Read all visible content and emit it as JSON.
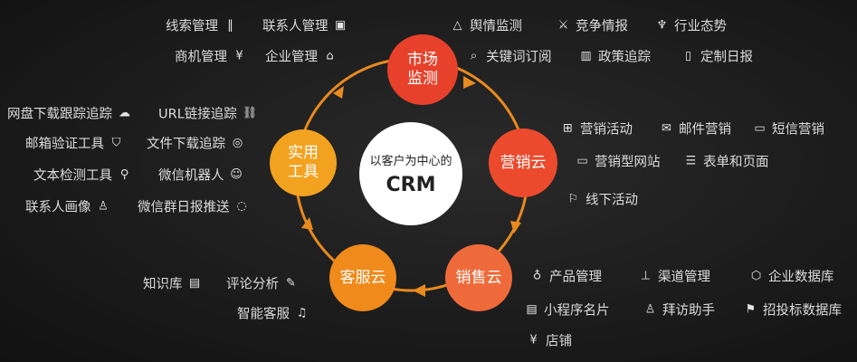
{
  "center": {
    "subtitle": "以客户为中心的",
    "title": "CRM"
  },
  "nodes": {
    "market": "市场监测",
    "marketing": "营销云",
    "sales": "销售云",
    "service": "客服云",
    "tools": "实用工具"
  },
  "colors": {
    "market": "#e8412b",
    "marketing": "#ec4a2c",
    "sales": "#ef6a3a",
    "service": "#f08a1a",
    "tools": "#f2a21f",
    "ring": "#e98a1e"
  },
  "tools_items": [
    {
      "label": "线索管理",
      "icon": "bars-icon"
    },
    {
      "label": "联系人管理",
      "icon": "contact-card-icon"
    },
    {
      "label": "商机管理",
      "icon": "yen-icon"
    },
    {
      "label": "企业管理",
      "icon": "building-icon"
    },
    {
      "label": "网盘下载跟踪追踪",
      "icon": "cloud-icon"
    },
    {
      "label": "URL链接追踪",
      "icon": "link-icon"
    },
    {
      "label": "邮箱验证工具",
      "icon": "shield-check-icon"
    },
    {
      "label": "文件下载追踪",
      "icon": "target-icon"
    },
    {
      "label": "文本检测工具",
      "icon": "search-icon"
    },
    {
      "label": "微信机器人",
      "icon": "wechat-icon"
    },
    {
      "label": "联系人画像",
      "icon": "user-icon"
    },
    {
      "label": "微信群日报推送",
      "icon": "chat-icon"
    }
  ],
  "market_items": [
    {
      "label": "舆情监测",
      "icon": "bell-icon"
    },
    {
      "label": "竞争情报",
      "icon": "swords-icon"
    },
    {
      "label": "行业态势",
      "icon": "tie-icon"
    },
    {
      "label": "关键词订阅",
      "icon": "keyword-search-icon"
    },
    {
      "label": "政策追踪",
      "icon": "book-icon"
    },
    {
      "label": "定制日报",
      "icon": "report-icon"
    }
  ],
  "marketing_items": [
    {
      "label": "营销活动",
      "icon": "gift-icon"
    },
    {
      "label": "邮件营销",
      "icon": "mail-icon"
    },
    {
      "label": "短信营销",
      "icon": "message-icon"
    },
    {
      "label": "营销型网站",
      "icon": "monitor-icon"
    },
    {
      "label": "表单和页面",
      "icon": "form-icon"
    },
    {
      "label": "线下活动",
      "icon": "flag-icon"
    }
  ],
  "sales_items": [
    {
      "label": "产品管理",
      "icon": "bulb-icon"
    },
    {
      "label": "渠道管理",
      "icon": "hierarchy-icon"
    },
    {
      "label": "企业数据库",
      "icon": "cube-icon"
    },
    {
      "label": "小程序名片",
      "icon": "id-card-icon"
    },
    {
      "label": "拜访助手",
      "icon": "users-icon"
    },
    {
      "label": "招投标数据库",
      "icon": "bid-flag-icon"
    },
    {
      "label": "店铺",
      "icon": "yen-icon"
    }
  ],
  "service_items": [
    {
      "label": "知识库",
      "icon": "document-icon"
    },
    {
      "label": "评论分析",
      "icon": "pencil-icon"
    },
    {
      "label": "智能客服",
      "icon": "headset-icon"
    }
  ]
}
